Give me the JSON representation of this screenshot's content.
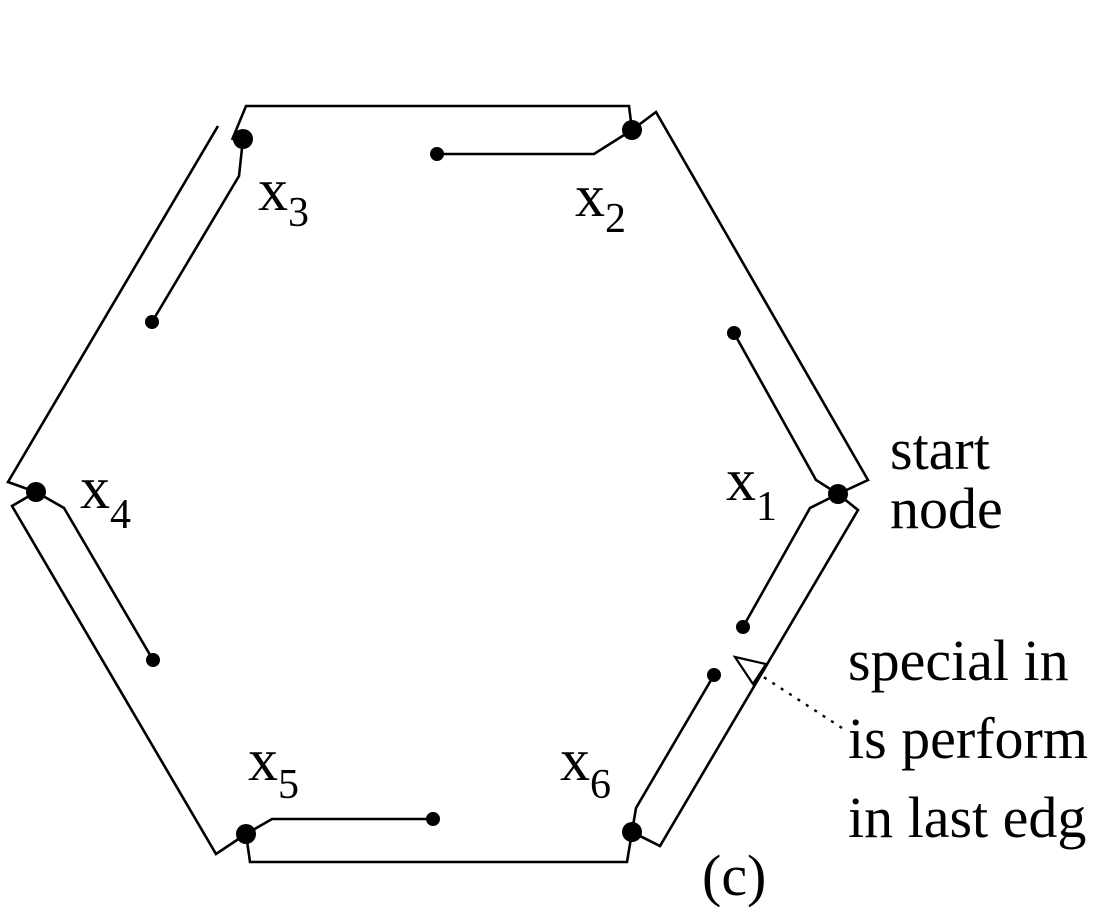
{
  "nodes": [
    {
      "id": "x1",
      "name": "x",
      "sub": "1"
    },
    {
      "id": "x2",
      "name": "x",
      "sub": "2"
    },
    {
      "id": "x3",
      "name": "x",
      "sub": "3"
    },
    {
      "id": "x4",
      "name": "x",
      "sub": "4"
    },
    {
      "id": "x5",
      "name": "x",
      "sub": "5"
    },
    {
      "id": "x6",
      "name": "x",
      "sub": "6"
    }
  ],
  "start_label": {
    "line1": "start",
    "line2": "node"
  },
  "annotation": {
    "line1": "special in",
    "line2": "is perform",
    "line3": "in last edg"
  },
  "panel_label": "(c)"
}
